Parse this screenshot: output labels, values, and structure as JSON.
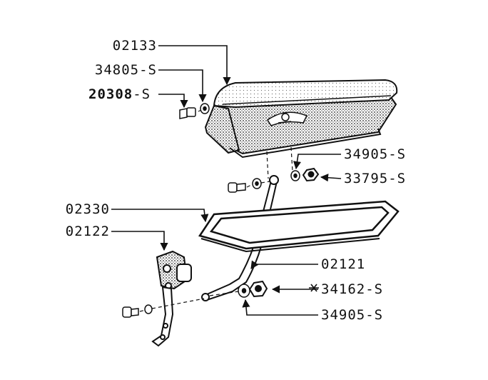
{
  "callouts": {
    "glovebox": "02133",
    "washer_top": "34805-S",
    "screw_top_bold": "20308",
    "screw_top_suffix": "-S",
    "washer_right": "34905-S",
    "nut_right": "33795-S",
    "gasket_frame": "02330",
    "hinge": "02122",
    "check_arm": "02121",
    "nut_lower": "34162-S",
    "washer_lower": "34905-S"
  },
  "colors": {
    "ink": "#111111",
    "paper": "#ffffff",
    "shade": "#bdbdbd"
  }
}
